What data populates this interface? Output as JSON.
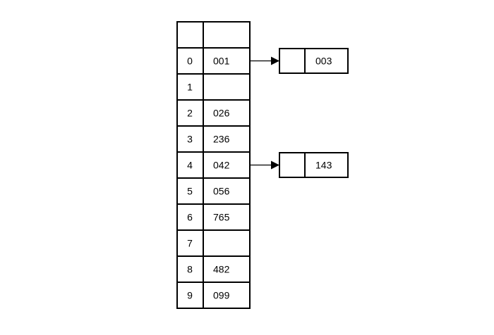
{
  "hash_table": {
    "header": {
      "index": "",
      "value": ""
    },
    "rows": [
      {
        "index": "0",
        "value": "001"
      },
      {
        "index": "1",
        "value": ""
      },
      {
        "index": "2",
        "value": "026"
      },
      {
        "index": "3",
        "value": "236"
      },
      {
        "index": "4",
        "value": "042"
      },
      {
        "index": "5",
        "value": "056"
      },
      {
        "index": "6",
        "value": "765"
      },
      {
        "index": "7",
        "value": ""
      },
      {
        "index": "8",
        "value": "482"
      },
      {
        "index": "9",
        "value": "099"
      }
    ]
  },
  "chain_nodes": [
    {
      "from_row": 0,
      "value": "003"
    },
    {
      "from_row": 4,
      "value": "143"
    }
  ],
  "colors": {
    "stroke": "#000000",
    "background": "#ffffff",
    "text": "#000000"
  }
}
